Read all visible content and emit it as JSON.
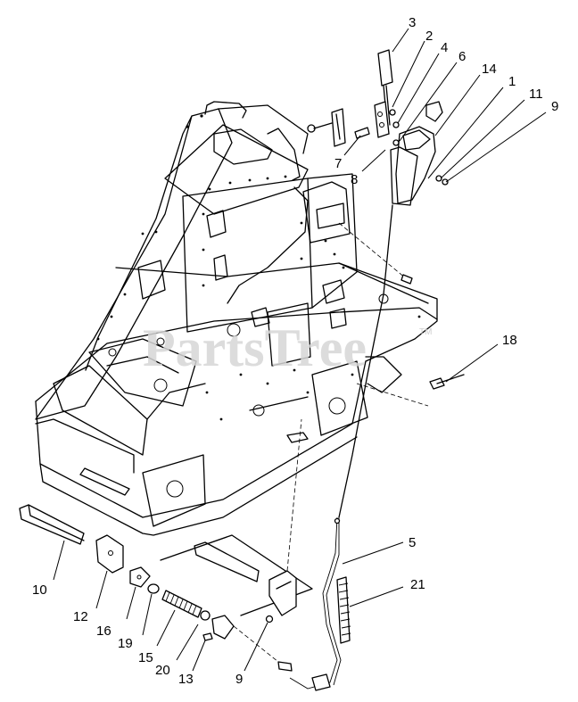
{
  "watermark": {
    "text": "PartsTree",
    "tm": "TM"
  },
  "callouts": [
    {
      "id": "c3",
      "label": "3"
    },
    {
      "id": "c2",
      "label": "2"
    },
    {
      "id": "c4",
      "label": "4"
    },
    {
      "id": "c6",
      "label": "6"
    },
    {
      "id": "c14",
      "label": "14"
    },
    {
      "id": "c1",
      "label": "1"
    },
    {
      "id": "c11",
      "label": "11"
    },
    {
      "id": "c9a",
      "label": "9"
    },
    {
      "id": "c7",
      "label": "7"
    },
    {
      "id": "c8",
      "label": "8"
    },
    {
      "id": "c18",
      "label": "18"
    },
    {
      "id": "c5",
      "label": "5"
    },
    {
      "id": "c21",
      "label": "21"
    },
    {
      "id": "c10",
      "label": "10"
    },
    {
      "id": "c12",
      "label": "12"
    },
    {
      "id": "c16",
      "label": "16"
    },
    {
      "id": "c19",
      "label": "19"
    },
    {
      "id": "c15",
      "label": "15"
    },
    {
      "id": "c20",
      "label": "20"
    },
    {
      "id": "c13",
      "label": "13"
    },
    {
      "id": "c9b",
      "label": "9"
    }
  ]
}
